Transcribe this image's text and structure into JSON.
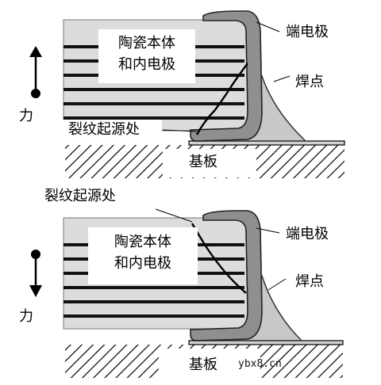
{
  "top_panel": {
    "body_label_line1": "陶瓷本体",
    "body_label_line2": "和内电极",
    "terminal_label": "端电极",
    "solder_label": "焊点",
    "force_label": "力",
    "crack_origin_label": "裂纹起源处",
    "substrate_label": "基板"
  },
  "bottom_panel": {
    "crack_origin_label": "裂纹起源处",
    "body_label_line1": "陶瓷本体",
    "body_label_line2": "和内电极",
    "terminal_label": "端电极",
    "solder_label": "焊点",
    "force_label": "力",
    "substrate_label": "基板"
  },
  "watermark": "ybx8.cn",
  "colors": {
    "body_fill": "#d9d9d9",
    "terminal_fill": "#8c8c8c",
    "solder_fill": "#c6c6c6",
    "electrode": "#111111",
    "hatch": "#000000"
  }
}
